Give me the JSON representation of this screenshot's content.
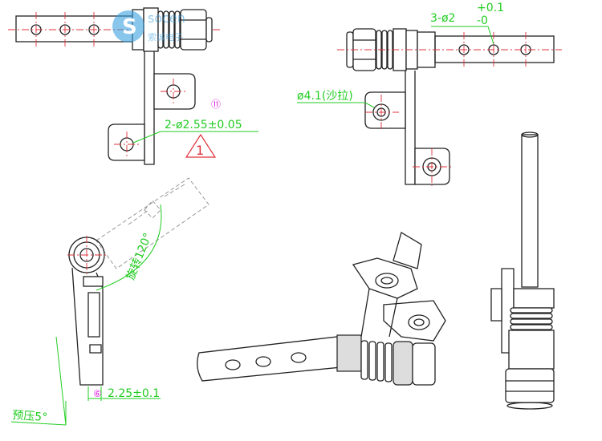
{
  "watermark": {
    "brand": "socen",
    "company": "索诚电子"
  },
  "top_left_view": {
    "callout_number": "⑪",
    "hole_dimension": "2-ø2.55±0.05",
    "revision_mark": "1"
  },
  "top_right_view": {
    "shaft_holes_dimension": "3-ø2",
    "tolerance_upper": "+0.1",
    "tolerance_lower": "-0",
    "hole_dimension": "ø4.1(沙拉)"
  },
  "side_view": {
    "rotation_label": "旋转120°",
    "callout_number": "⑥",
    "thickness_dimension": "2.25±0.1",
    "preload_label": "预压5°"
  },
  "colors": {
    "dimension": "#22cc22",
    "centerline": "#e0303a",
    "callout": "#e020e0",
    "outline": "#222222"
  }
}
